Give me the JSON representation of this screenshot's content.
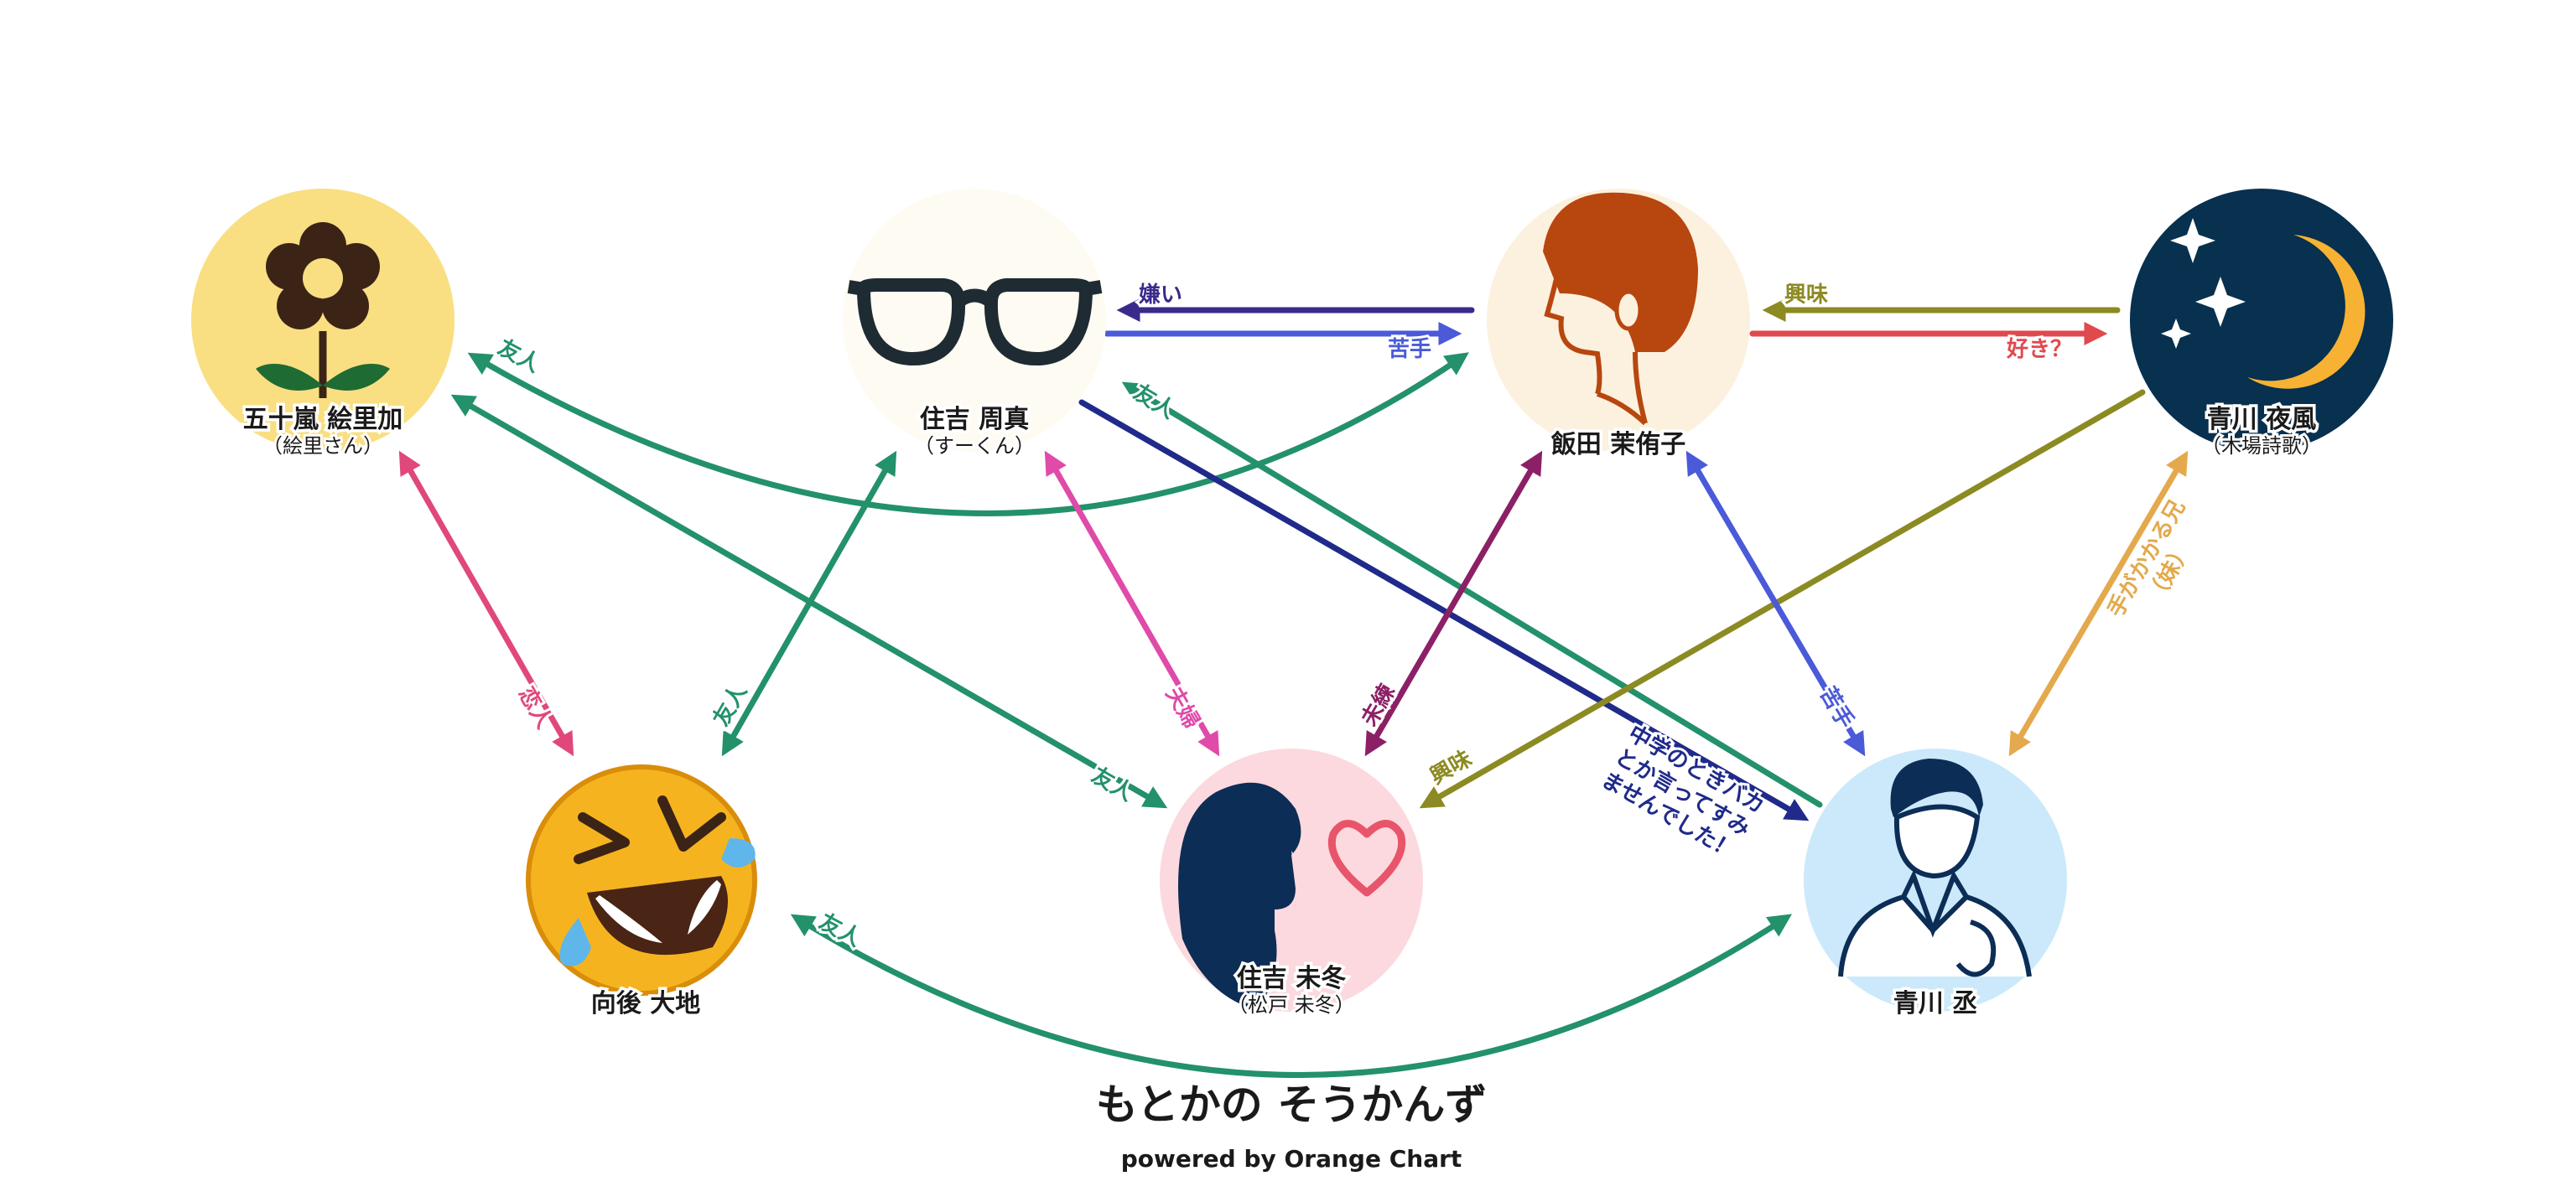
{
  "title": "もとかの そうかんず",
  "subtitle": "powered by Orange Chart",
  "nodes": [
    {
      "id": "ikarashi",
      "name": "五十嵐 絵里加",
      "sub": "（絵里さん）",
      "icon": "flower-icon",
      "bg": "#f9df82"
    },
    {
      "id": "shuma",
      "name": "住吉 周真",
      "sub": "（すーくん）",
      "icon": "glasses-icon",
      "bg": "#fefbf3"
    },
    {
      "id": "iida",
      "name": "飯田 茉侑子",
      "sub": "",
      "icon": "woman-profile-icon",
      "bg": "#fcf1de"
    },
    {
      "id": "yokaze",
      "name": "青川 夜風",
      "sub": "（木場詩歌）",
      "icon": "moon-stars-icon",
      "bg": "#08304f"
    },
    {
      "id": "daichi",
      "name": "向後 大地",
      "sub": "",
      "icon": "laughing-emoji-icon",
      "bg": "#ffffff"
    },
    {
      "id": "mifuyu",
      "name": "住吉 未冬",
      "sub": "（松戸 未冬）",
      "icon": "woman-heart-icon",
      "bg": "#fcd9de"
    },
    {
      "id": "tasuku",
      "name": "青川 丞",
      "sub": "",
      "icon": "doctor-icon",
      "bg": "#cbe9fa"
    }
  ],
  "edges": [
    {
      "id": "e1",
      "from": "shuma",
      "to": "iida",
      "labels": [
        "嫌い",
        "苦手"
      ],
      "colors": [
        "#3a2a8c",
        "#4a5ad8"
      ]
    },
    {
      "id": "e2",
      "from": "iida",
      "to": "yokaze",
      "labels": [
        "興味",
        "好き？"
      ],
      "colors": [
        "#8c8a22",
        "#e0494d"
      ]
    },
    {
      "id": "e3",
      "from": "ikarashi",
      "to": "iida",
      "labels": [
        "友人"
      ],
      "color": "#23916a"
    },
    {
      "id": "e4",
      "from": "ikarashi",
      "to": "mifuyu",
      "labels": [
        "友人"
      ],
      "color": "#23916a"
    },
    {
      "id": "e5",
      "from": "ikarashi",
      "to": "daichi",
      "labels": [
        "恋人"
      ],
      "color": "#e0487c"
    },
    {
      "id": "e6",
      "from": "daichi",
      "to": "shuma",
      "labels": [
        "友人"
      ],
      "color": "#23916a"
    },
    {
      "id": "e7",
      "from": "shuma",
      "to": "mifuyu",
      "labels": [
        "夫婦"
      ],
      "color": "#e04aa8"
    },
    {
      "id": "e8",
      "from": "shuma",
      "to": "tasuku",
      "labels": [
        "中学のときバカ",
        "とか言ってすみ",
        "ませんでした！"
      ],
      "color": "#1f2a8a"
    },
    {
      "id": "e9",
      "from": "tasuku",
      "to": "shuma",
      "labels": [
        "友人"
      ],
      "color": "#23916a"
    },
    {
      "id": "e10",
      "from": "mifuyu",
      "to": "iida",
      "labels": [
        "未練"
      ],
      "color": "#8c2066"
    },
    {
      "id": "e11",
      "from": "yokaze",
      "to": "mifuyu",
      "labels": [
        "興味"
      ],
      "color": "#8c8a22"
    },
    {
      "id": "e12",
      "from": "iida",
      "to": "tasuku",
      "labels": [
        "苦手"
      ],
      "color": "#4a5ad8"
    },
    {
      "id": "e13",
      "from": "yokaze",
      "to": "tasuku",
      "labels": [
        "手がかかる兄",
        "（妹）"
      ],
      "color": "#e3a94c"
    },
    {
      "id": "e14",
      "from": "daichi",
      "to": "tasuku",
      "labels": [
        "友人"
      ],
      "color": "#23916a"
    }
  ]
}
